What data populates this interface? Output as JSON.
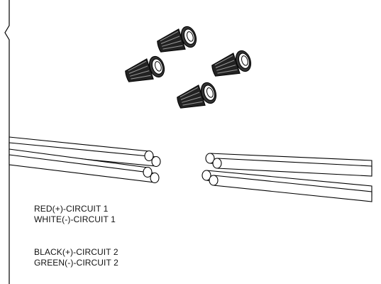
{
  "legend": {
    "group1": [
      "RED(+)-CIRCUIT 1",
      "WHITE(-)-CIRCUIT 1"
    ],
    "group2": [
      "BLACK(+)-CIRCUIT 2",
      "GREEN(-)-CIRCUIT 2"
    ]
  },
  "colors": {
    "stroke": "#000000",
    "background": "#ffffff",
    "text": "#111111"
  },
  "icons": [
    "wire-nut-icon"
  ]
}
